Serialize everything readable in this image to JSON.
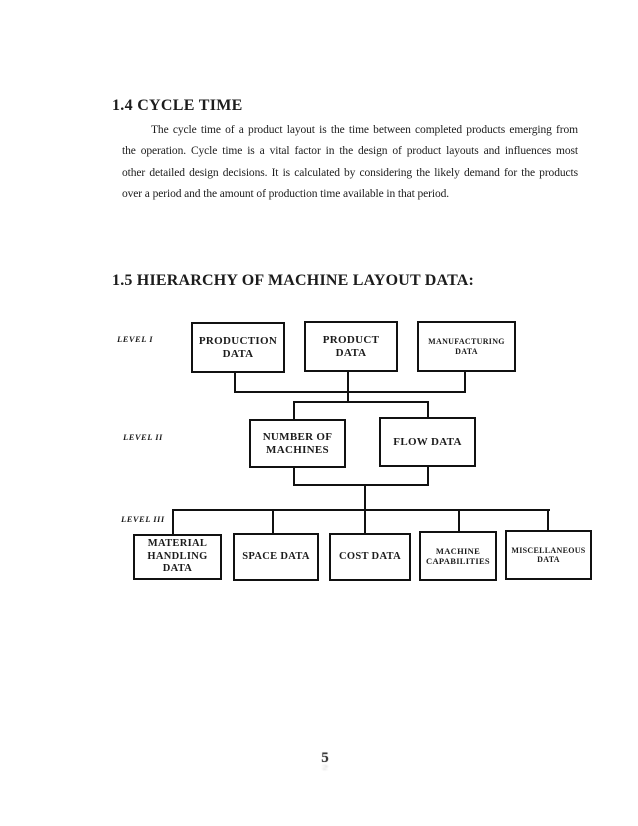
{
  "document": {
    "sections": [
      {
        "heading": "1.4 CYCLE TIME",
        "paragraph_lines": [
          "The cycle time of a product layout is the time between completed products emerging from",
          "the operation. Cycle time is a vital factor in the design of product layouts and influences most",
          "other detailed design decisions.  It is calculated by considering the likely demand for the products",
          "over a period and the amount of production time available in that period."
        ]
      },
      {
        "heading": "1.5 HIERARCHY OF MACHINE LAYOUT DATA:"
      }
    ],
    "page_number": "5"
  },
  "diagram": {
    "title": "Hierarchy of machine layout data",
    "colors": {
      "ink": "#1c1c1c",
      "line": "#111111",
      "page_bg": "#ffffff"
    },
    "levels": [
      {
        "label": "LEVEL I",
        "boxes": [
          {
            "text": "PRODUCTION\nDATA"
          },
          {
            "text": "PRODUCT\nDATA"
          },
          {
            "text": "MANUFACTURING\nDATA"
          }
        ]
      },
      {
        "label": "LEVEL II",
        "boxes": [
          {
            "text": "NUMBER OF\nMACHINES"
          },
          {
            "text": "FLOW DATA"
          }
        ]
      },
      {
        "label": "LEVEL III",
        "boxes": [
          {
            "text": "MATERIAL\nHANDLING\nDATA"
          },
          {
            "text": "SPACE DATA"
          },
          {
            "text": "COST DATA"
          },
          {
            "text": "MACHINE\nCAPABILITIES"
          },
          {
            "text": "MISCELLANEOUS\nDATA"
          }
        ]
      }
    ]
  }
}
